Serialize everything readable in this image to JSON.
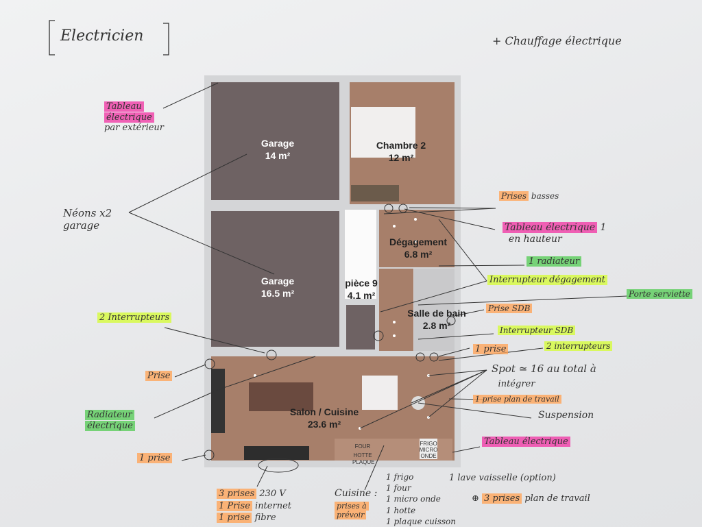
{
  "title": "Electricien",
  "header_note": "+ Chauffage électrique",
  "rooms": [
    {
      "name": "Garage",
      "area": "14 m²"
    },
    {
      "name": "Chambre 2",
      "area": "12 m²"
    },
    {
      "name": "Dégagement",
      "area": "6.8 m²"
    },
    {
      "name": "Garage",
      "area": "16.5 m²"
    },
    {
      "name": "pièce 9",
      "area": "4.1 m²"
    },
    {
      "name": "Salle de bain",
      "area": "2.8 m²"
    },
    {
      "name": "Salon / Cuisine",
      "area": "23.6 m²"
    }
  ],
  "plan_labels": {
    "four": "FOUR",
    "hotte": "HOTTE",
    "plaque": "PLAQUE",
    "frigo": "FRIGO",
    "micro": "MICRO",
    "onde": "ONDE"
  },
  "left_notes": {
    "tableau_1": "Tableau",
    "tableau_2": "électrique",
    "tableau_3": "par extérieur",
    "neons_1": "Néons x2",
    "neons_2": "garage",
    "interrupteurs": "2 Interrupteurs",
    "prise": "Prise",
    "radiateur_1": "Radiateur",
    "radiateur_2": "électrique",
    "une_prise": "1 prise"
  },
  "bottom_notes": {
    "prises_230": "3 prises",
    "prises_230_suffix": "230 V",
    "prise_internet": "1 Prise",
    "prise_internet_suffix": "internet",
    "prise_fibre": "1 prise",
    "prise_fibre_suffix": "fibre",
    "cuisine": "Cuisine :",
    "prevoir_1": "prises à",
    "prevoir_2": "prévoir",
    "items": [
      "1 frigo",
      "1 four",
      "1 micro onde",
      "1 hotte",
      "1 plaque cuisson"
    ],
    "lave_vaisselle": "1 lave vaisselle (option)",
    "plus_prises": "3 prises",
    "plus_prises_suffix": "plan de travail"
  },
  "right_notes": {
    "prises_basses": "Prises",
    "prises_basses_suffix": "basses",
    "tableau_hauteur": "Tableau électrique",
    "tableau_hauteur_num": "1",
    "tableau_hauteur_2": "en hauteur",
    "radiateur": "1 radiateur",
    "interrupteur_degagement": "Interrupteur dégagement",
    "porte_serviette": "Porte serviette",
    "prise_sdb": "Prise SDB",
    "interrupteur_sdb": "Interrupteur SDB",
    "une_prise": "1 prise",
    "deux_interrupteurs": "2 interrupteurs",
    "spot_1": "Spot ≃ 16 au total à",
    "spot_2": "intégrer",
    "prise_plan": "1 prise plan de travail",
    "suspension": "Suspension",
    "tableau": "Tableau électrique"
  }
}
